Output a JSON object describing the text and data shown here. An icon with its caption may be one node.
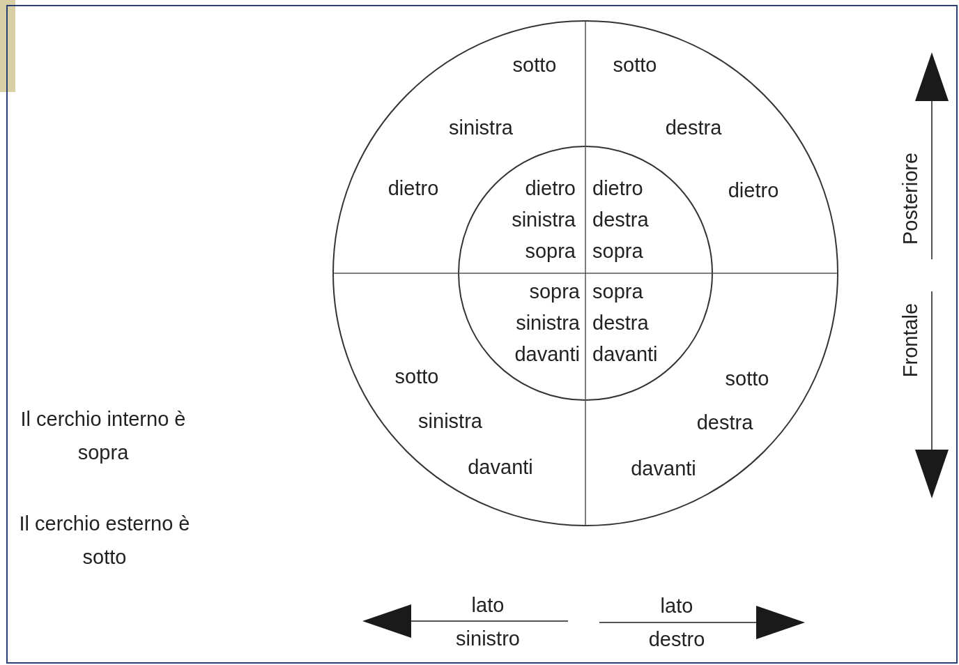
{
  "diagram": {
    "labels": [
      "sotto",
      "sotto",
      "sinistra",
      "destra",
      "dietro",
      "dietro sinistra sopra",
      "dietro destra sopra",
      "dietro",
      "Posteriore",
      "sopra sinistra davanti",
      "sopra destra davanti",
      "Frontale",
      "sotto",
      "sotto",
      "Il cerchio interno è sopra",
      "sinistra",
      "destra",
      "davanti",
      "davanti",
      "Il cerchio esterno è sotto",
      "lato sinistro",
      "lato destro"
    ]
  }
}
